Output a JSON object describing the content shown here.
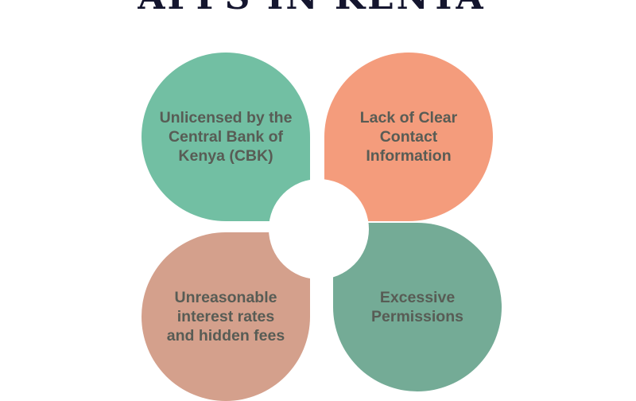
{
  "title": "APPS IN KENYA",
  "petals": [
    {
      "label": "Unlicensed by the Central Bank of Kenya (CBK)",
      "color": "#72bfa3"
    },
    {
      "label": "Lack of Clear Contact Information",
      "color": "#f49c7c"
    },
    {
      "label": "Unreasonable interest rates and hidden fees",
      "color": "#d4a08c"
    },
    {
      "label": "Excessive Permissions",
      "color": "#74ab96"
    }
  ]
}
